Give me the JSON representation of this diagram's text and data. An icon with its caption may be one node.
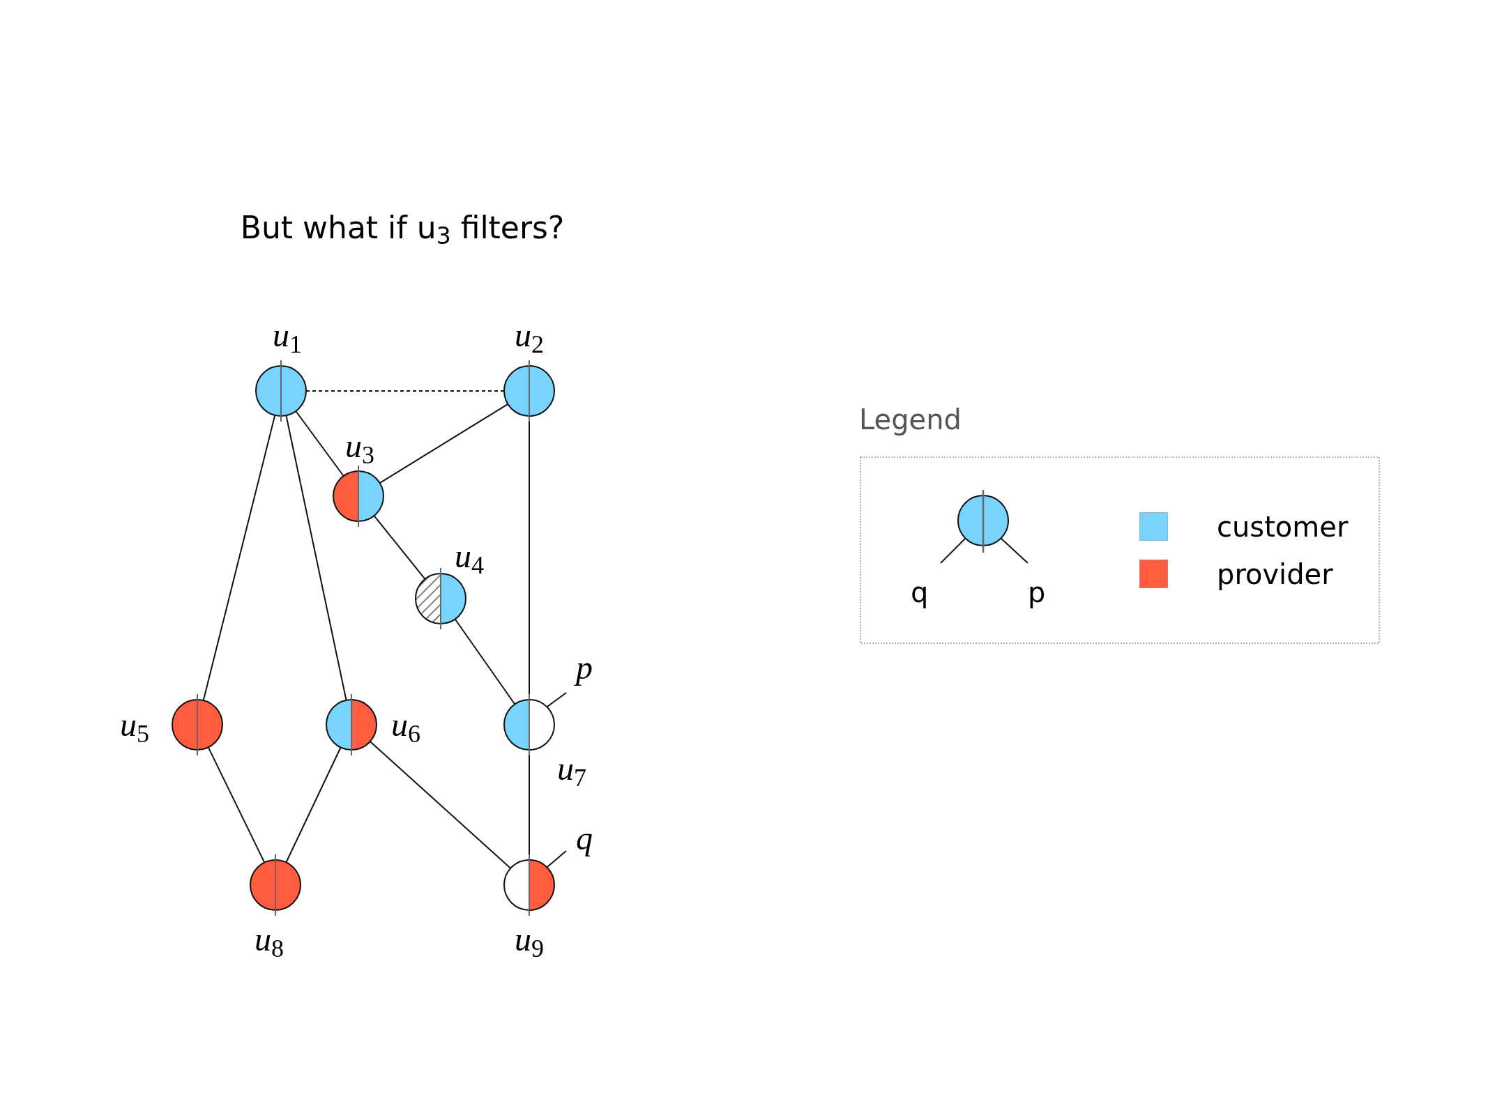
{
  "diagram": {
    "title": "But what if u$_{3}$ filters?",
    "nodes": [
      {
        "text": [],
        "shape": "circle",
        "beside": [
          "*u*$_{1}$"
        ]
      },
      {
        "text": [],
        "shape": "circle",
        "beside": [
          "*u*$_{2}$"
        ]
      },
      {
        "text": [],
        "shape": "circle",
        "beside": [
          "*u*$_{3}$"
        ]
      },
      {
        "text": [],
        "shape": "circle",
        "beside": [
          "*u*$_{4}$"
        ]
      },
      {
        "text": [],
        "shape": "circle",
        "beside": [
          "*u*$_{5}$"
        ]
      },
      {
        "text": [],
        "shape": "circle",
        "beside": [
          "*u*$_{6}$"
        ]
      },
      {
        "text": [],
        "shape": "circle",
        "beside": [
          "*u*$_{7}$",
          "*p*"
        ]
      },
      {
        "text": [],
        "shape": "circle",
        "beside": [
          "*u*$_{8}$"
        ]
      },
      {
        "text": [],
        "shape": "circle",
        "beside": [
          "*u*$_{9}$",
          "*q*"
        ]
      }
    ],
    "edges": [
      {
        "from": 0,
        "to": 1,
        "arrow": "none",
        "style": "dashed"
      },
      {
        "from": 0,
        "to": 2,
        "arrow": "none"
      },
      {
        "from": 1,
        "to": 2,
        "arrow": "none"
      },
      {
        "from": 2,
        "to": 3,
        "arrow": "none"
      },
      {
        "from": 3,
        "to": 6,
        "arrow": "none"
      },
      {
        "from": 1,
        "to": 6,
        "arrow": "none"
      },
      {
        "from": 0,
        "to": 4,
        "arrow": "none"
      },
      {
        "from": 0,
        "to": 5,
        "arrow": "none"
      },
      {
        "from": 4,
        "to": 7,
        "arrow": "none"
      },
      {
        "from": 5,
        "to": 7,
        "arrow": "none"
      },
      {
        "from": 5,
        "to": 8,
        "arrow": "none"
      },
      {
        "from": 6,
        "to": 8,
        "arrow": "none"
      }
    ],
    "labels": [
      "Legend",
      "q",
      "p"
    ],
    "legend": [
      {
        "text": "customer",
        "color": "#79d4fd"
      },
      {
        "text": "provider",
        "color": "#ff5c40"
      }
    ]
  }
}
